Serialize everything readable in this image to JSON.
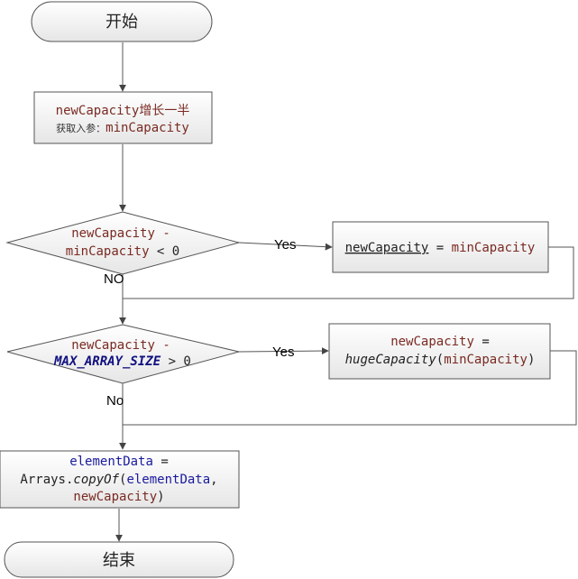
{
  "start": {
    "label": "开始"
  },
  "end": {
    "label": "结束"
  },
  "step1": {
    "line1_var": "newCapacity",
    "line1_text": "增长一半",
    "line2_text": "获取入参：",
    "line2_var": "minCapacity"
  },
  "decision1": {
    "line1": "newCapacity -",
    "line2_var": "minCapacity",
    "line2_op": " < 0",
    "yes_label": "Yes",
    "no_label": "NO"
  },
  "action1": {
    "lhs": "newCapacity",
    "op": " = ",
    "rhs": "minCapacity"
  },
  "decision2": {
    "line1": "newCapacity -",
    "line2_const": "MAX_ARRAY_SIZE",
    "line2_op": " > 0",
    "yes_label": "Yes",
    "no_label": "No"
  },
  "action2": {
    "line1_var": "newCapacity",
    "line1_op": " =",
    "line2_fn": "hugeCapacity",
    "line2_open": "(",
    "line2_arg": "minCapacity",
    "line2_close": ")"
  },
  "step_copy": {
    "line1_var": "elementData",
    "line1_op": " =",
    "line2_prefix": "Arrays.",
    "line2_fn": "copyOf",
    "line2_open": "(",
    "line2_arg": "elementData",
    "line2_comma": ",",
    "line3_arg": "newCapacity",
    "line3_close": ")"
  },
  "colors": {
    "box_fill_top": "#ffffff",
    "box_fill_bottom": "#e9e9e9",
    "stroke": "#555555",
    "var_color": "#7a2a22",
    "keyword_blue": "#1a1a9e"
  }
}
